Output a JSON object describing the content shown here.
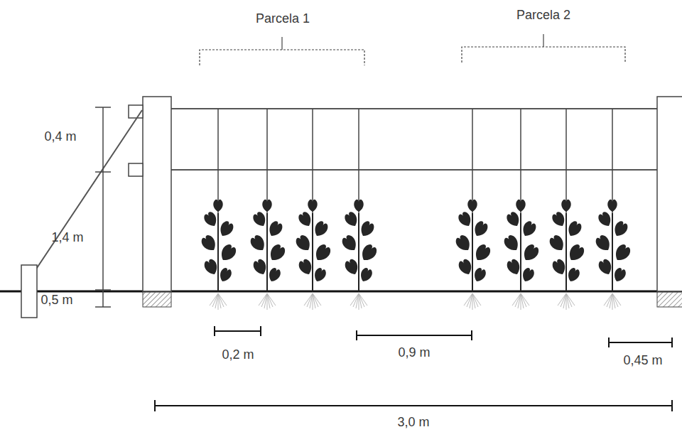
{
  "diagram": {
    "labels": [
      "Parcela 1",
      "Parcela 2",
      "0,4 m",
      "1,4 m",
      "0,5 m",
      "0,2 m",
      "0,9 m",
      "0,45 m",
      "3,0 m"
    ]
  }
}
